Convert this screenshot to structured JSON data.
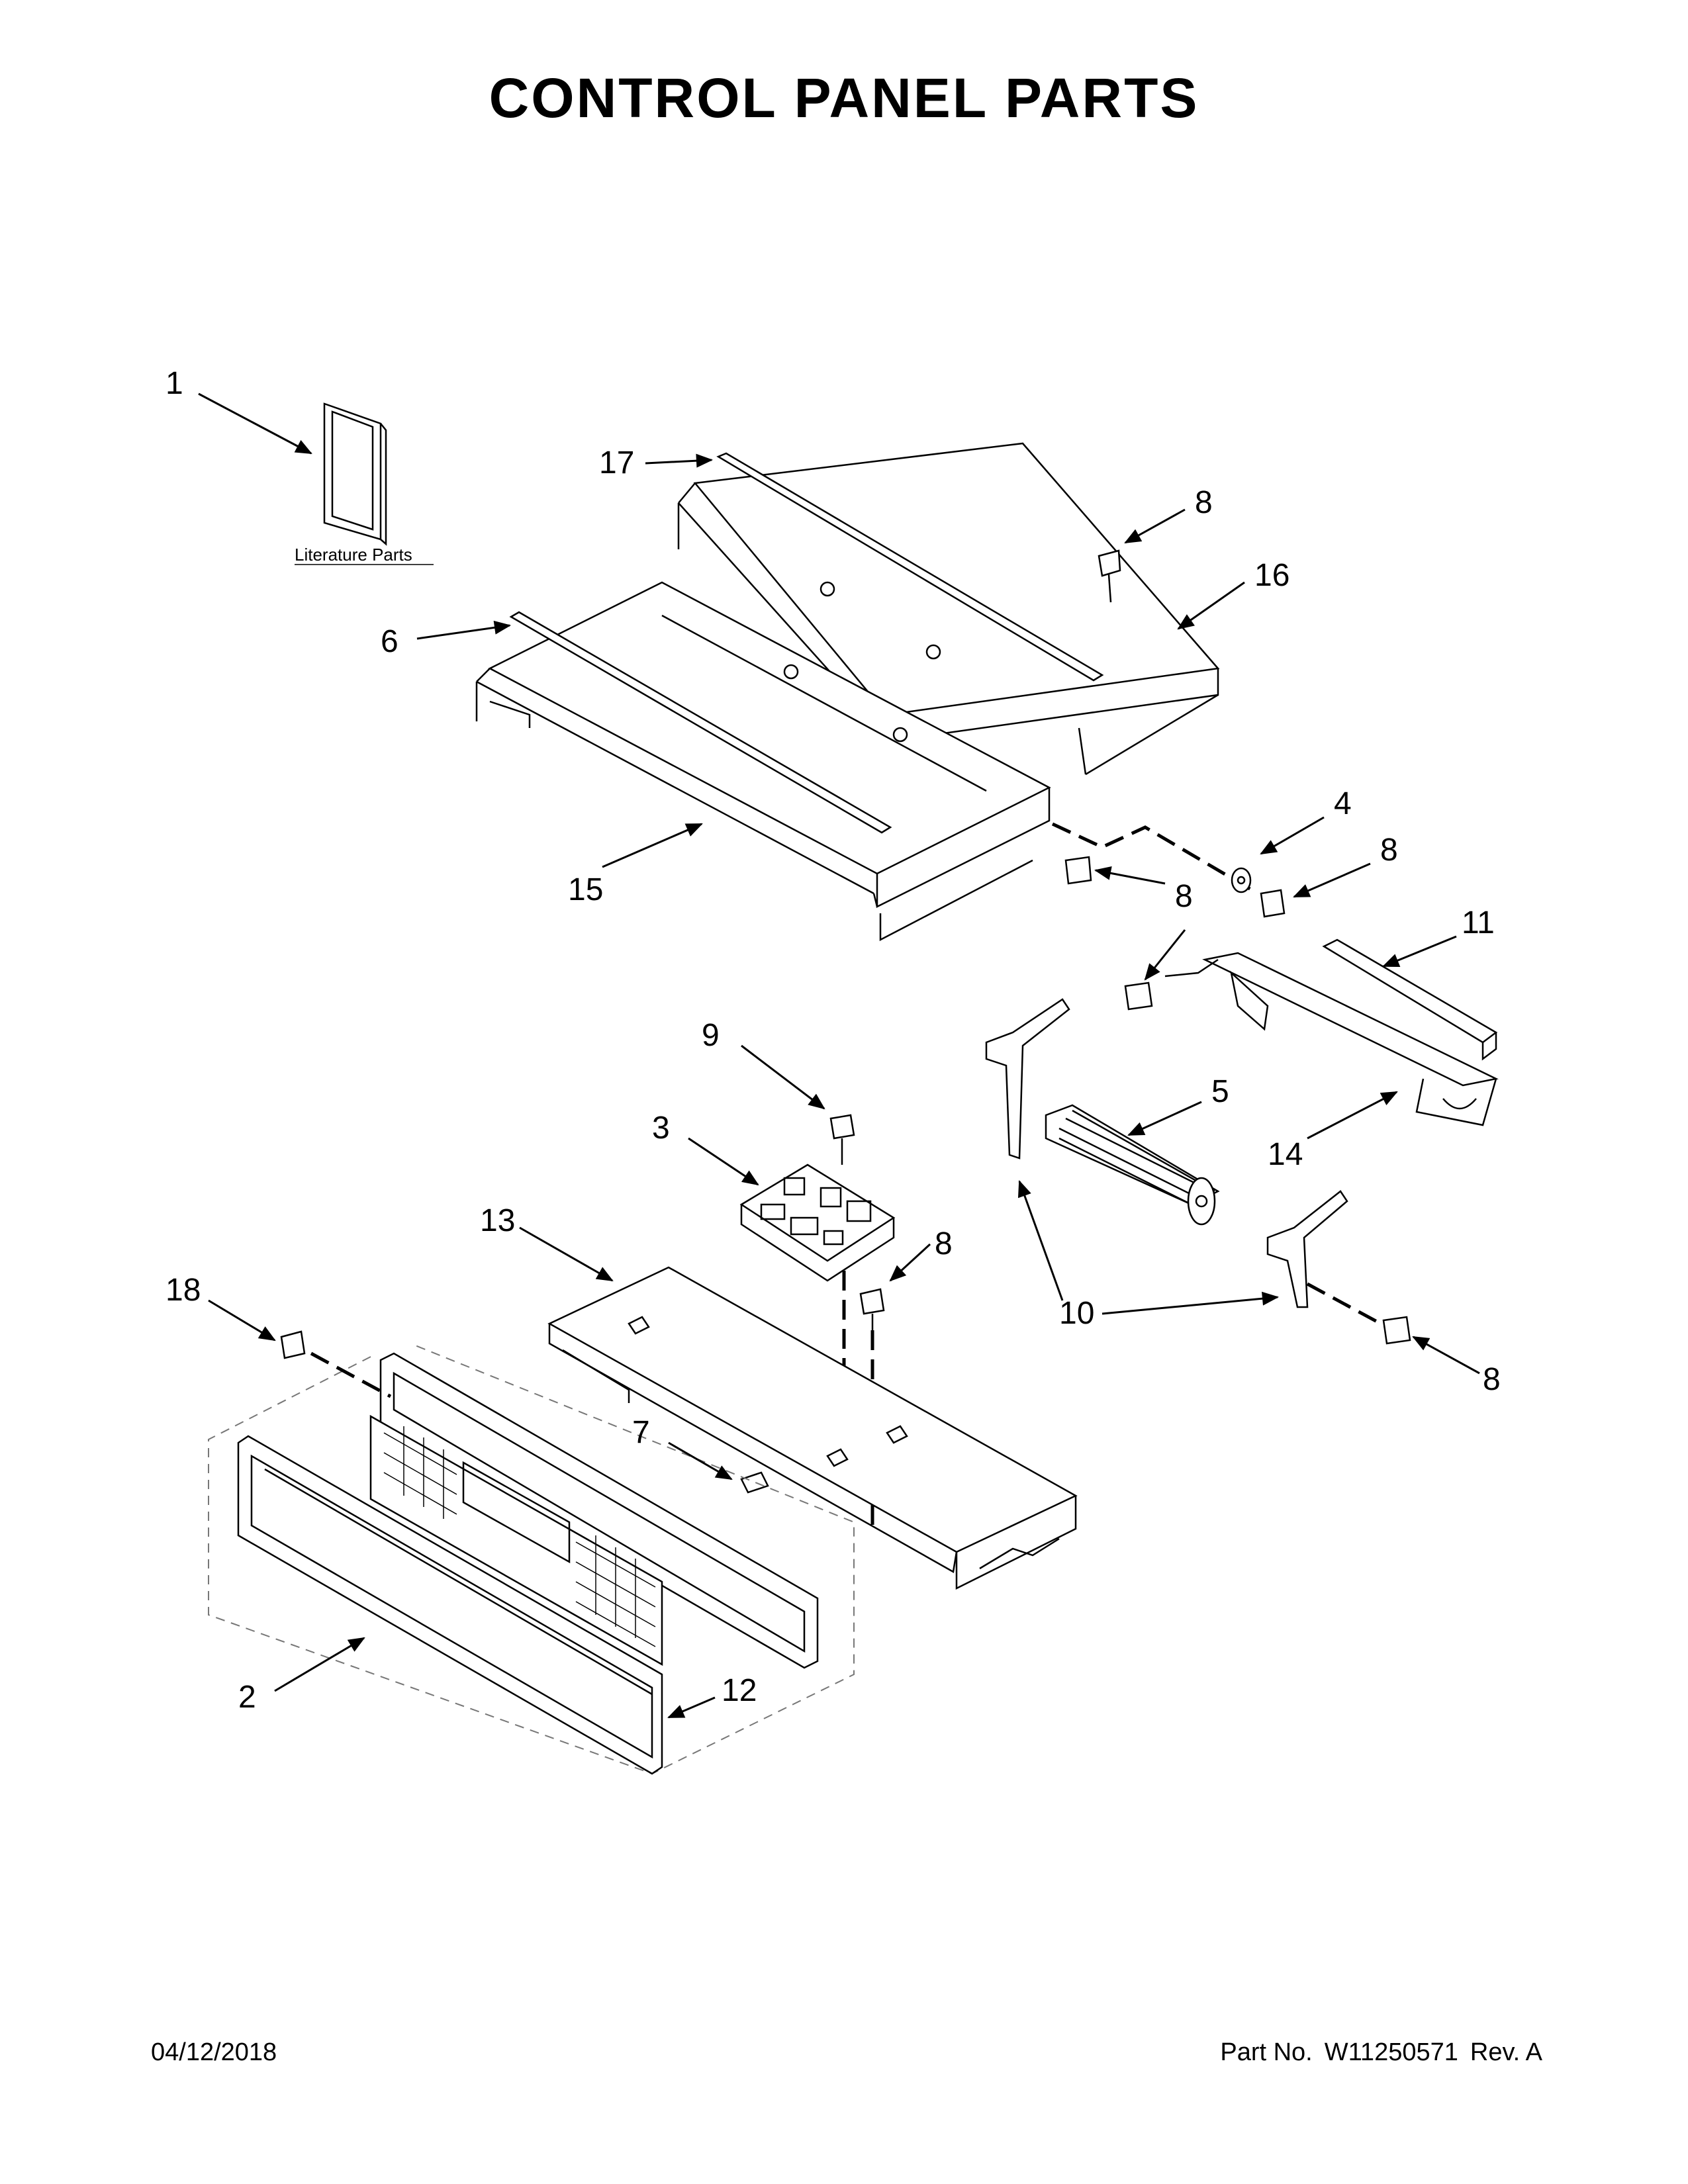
{
  "title": "CONTROL PANEL PARTS",
  "literature_label": "Literature Parts",
  "callouts": [
    "1",
    "17",
    "8",
    "16",
    "6",
    "4",
    "8",
    "15",
    "8",
    "11",
    "9",
    "5",
    "3",
    "14",
    "13",
    "8",
    "18",
    "10",
    "7",
    "8",
    "2",
    "12"
  ],
  "footer": {
    "date": "04/12/2018",
    "part_label": "Part No.",
    "part_number": "W11250571",
    "revision": "Rev. A"
  }
}
